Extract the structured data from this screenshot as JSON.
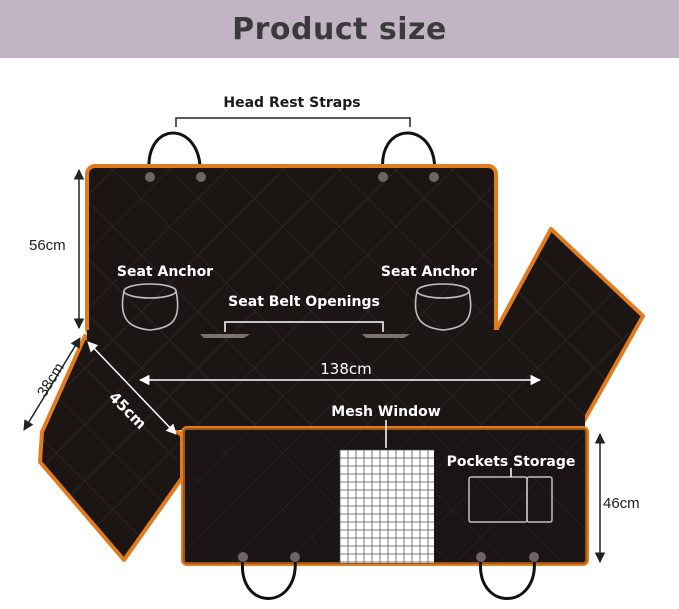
{
  "header": {
    "title": "Product size"
  },
  "labels": {
    "head_rest_straps": "Head Rest Straps",
    "seat_anchor_left": "Seat Anchor",
    "seat_anchor_right": "Seat Anchor",
    "seat_belt_openings": "Seat Belt Openings",
    "mesh_window": "Mesh Window",
    "pockets_storage": "Pockets Storage"
  },
  "dimensions": {
    "backrest_height": "56cm",
    "side_flap_width": "38cm",
    "side_flap_length": "45cm",
    "total_width": "138cm",
    "front_panel_height": "46cm"
  },
  "colors": {
    "banner": "#c2b4c4",
    "cover_fill": "#1b1514",
    "cover_trim": "#e07b1e",
    "quilt_line": "#3a302e"
  }
}
